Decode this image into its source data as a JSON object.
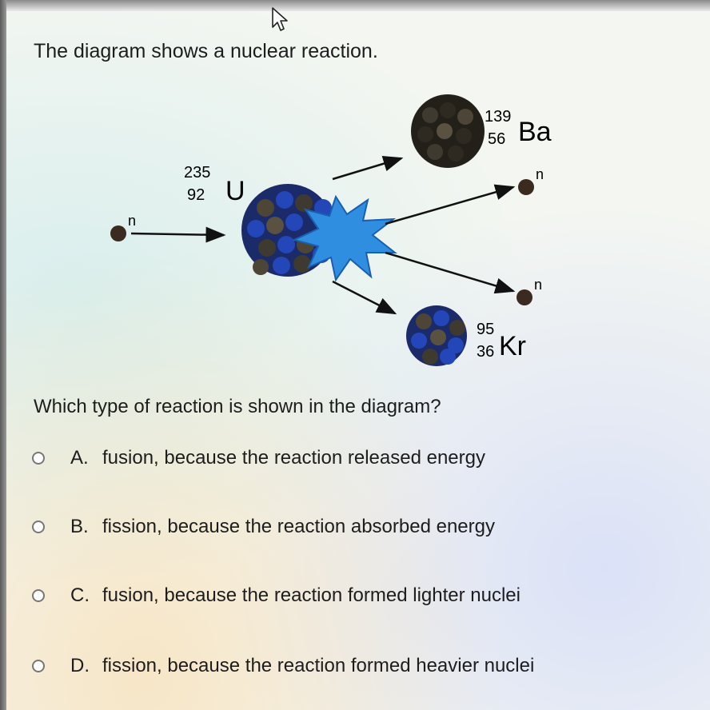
{
  "prompt": "The diagram shows a nuclear reaction.",
  "diagram": {
    "reactant_nucleus": {
      "mass": "235",
      "number": "92",
      "symbol": "U"
    },
    "product_1": {
      "mass": "139",
      "number": "56",
      "symbol": "Ba"
    },
    "product_2": {
      "mass": "95",
      "number": "36",
      "symbol": "Kr"
    },
    "neutron_label": "n"
  },
  "question": "Which type of reaction is shown in the diagram?",
  "choices": [
    {
      "letter": "A.",
      "text": "fusion, because the reaction released energy"
    },
    {
      "letter": "B.",
      "text": "fission, because the reaction absorbed energy"
    },
    {
      "letter": "C.",
      "text": "fusion, because the reaction formed lighter nuclei"
    },
    {
      "letter": "D.",
      "text": "fission, because the reaction formed heavier nuclei"
    }
  ],
  "colors": {
    "proton": "#3a3a32",
    "neutron": "#1e3aa8",
    "flash": "#2f8ee0",
    "arrow": "#111111"
  }
}
